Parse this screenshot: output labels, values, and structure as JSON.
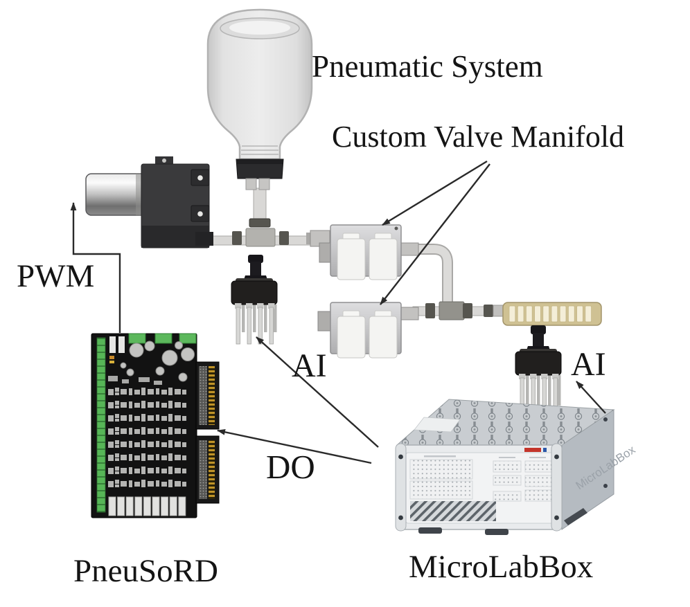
{
  "figure": {
    "type": "hardware-setup-diagram",
    "background": "#ffffff",
    "labels": {
      "pneumatic_system": "Pneumatic System",
      "custom_valve_manifold": "Custom Valve Manifold",
      "pwm": "PWM",
      "ai_left": "AI",
      "ai_right": "AI",
      "do_signal": "DO",
      "board": "PneuSoRD",
      "io_box": "MicroLabBox",
      "io_box_side": "MicroLabBox"
    },
    "components": [
      "reservoir-bottle",
      "diaphragm-pump",
      "tee-fitting-1",
      "valve-manifold-upper",
      "valve-manifold-lower",
      "elbow-tube",
      "tee-fitting-2",
      "bellows-actuator",
      "pressure-sensor-left",
      "pressure-sensor-right",
      "pneusord-board",
      "microlabbox-device"
    ],
    "arrows": [
      {
        "label": "Custom Valve Manifold",
        "from": "custom-valve-manifold-label",
        "to": "valve-manifold-upper"
      },
      {
        "label": "Custom Valve Manifold",
        "from": "custom-valve-manifold-label",
        "to": "valve-manifold-lower"
      },
      {
        "label": "PWM",
        "from": "pneusord-board",
        "to": "diaphragm-pump"
      },
      {
        "label": "DO",
        "from": "microlabbox-device",
        "to": "pneusord-board"
      },
      {
        "label": "AI",
        "from": "microlabbox-device",
        "to": "pressure-sensor-left"
      },
      {
        "label": "AI",
        "from": "microlabbox-device",
        "to": "pressure-sensor-right"
      }
    ],
    "colors": {
      "pcb_green": "#5cb85c",
      "connector_gold": "#c09428",
      "actuator_tan": "#cfc193",
      "logo_red": "#c4352b",
      "annotation_line": "#2a2a2a"
    }
  }
}
